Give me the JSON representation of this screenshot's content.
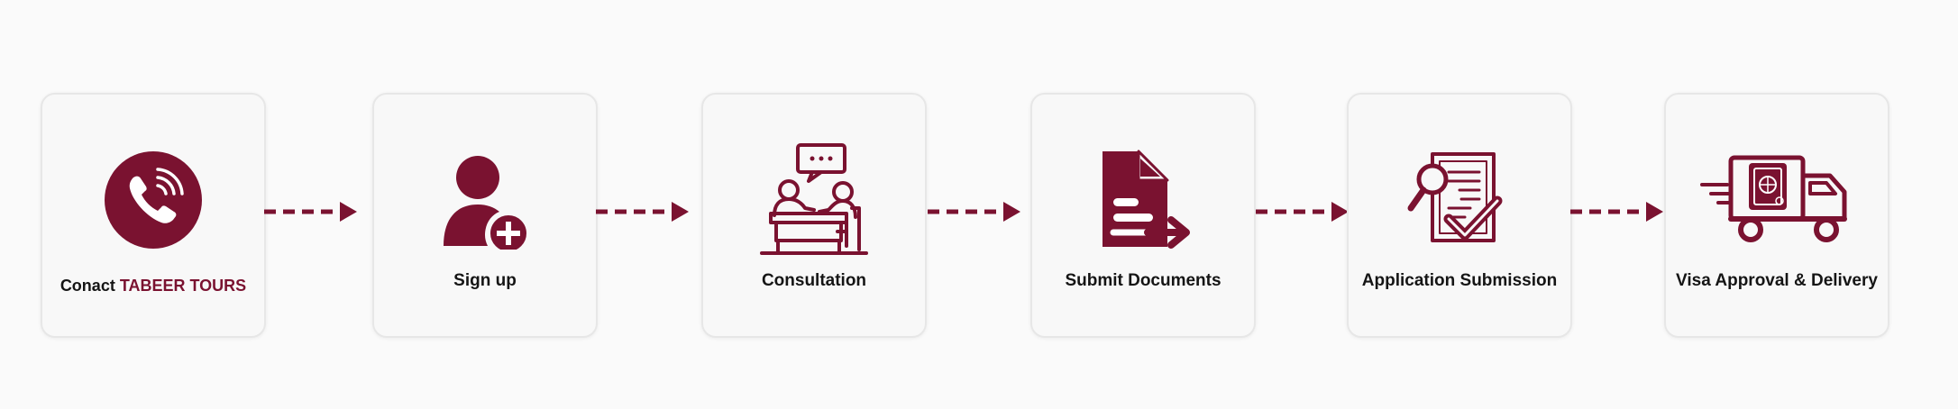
{
  "steps": [
    {
      "prefix": "Conact",
      "brand": "TABEER TOURS",
      "icon": "phone-call-icon"
    },
    {
      "label": "Sign up",
      "icon": "add-user-icon"
    },
    {
      "label": "Consultation",
      "icon": "consultation-meeting-icon"
    },
    {
      "label": "Submit Documents",
      "icon": "document-submit-icon"
    },
    {
      "label": "Application Submission",
      "icon": "document-search-check-icon"
    },
    {
      "label": "Visa Approval & Delivery",
      "icon": "delivery-truck-icon"
    }
  ],
  "colors": {
    "accent": "#7a1230",
    "text": "#151515",
    "card_bg": "#f8f8f8",
    "card_border": "#e7e7e7",
    "page_bg": "#fafafa"
  }
}
